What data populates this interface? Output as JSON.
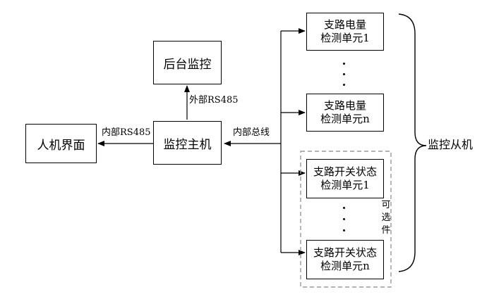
{
  "nodes": {
    "backend": "后台监控",
    "host": "监控主机",
    "hmi": "人机界面",
    "unit_power_1": [
      "支路电量",
      "检测单元1"
    ],
    "unit_power_n": [
      "支路电量",
      "检测单元n"
    ],
    "unit_switch_1": [
      "支路开关状态",
      "检测单元1"
    ],
    "unit_switch_n": [
      "支路开关状态",
      "检测单元n"
    ]
  },
  "edges": {
    "host_to_backend": "外部RS485",
    "host_to_hmi": "内部RS485",
    "bus": "内部总线"
  },
  "group_label": "监控从机",
  "optional_label": [
    "可",
    "选",
    "件"
  ]
}
